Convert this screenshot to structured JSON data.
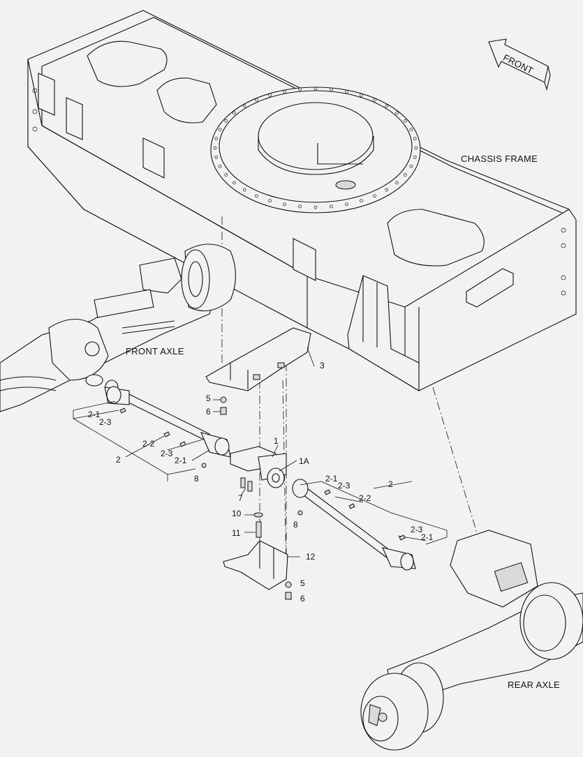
{
  "labels": {
    "front_arrow": "FRONT",
    "chassis_frame": "CHASSIS FRAME",
    "front_axle": "FRONT AXLE",
    "rear_axle": "REAR AXLE"
  },
  "callouts": {
    "p1": "1",
    "p1a": "1A",
    "p2_left": "2",
    "p2_right": "2",
    "p2_1_a": "2-1",
    "p2_1_b": "2-1",
    "p2_1_c": "2-1",
    "p2_1_d": "2-1",
    "p2_2_a": "2-2",
    "p2_2_b": "2-2",
    "p2_3_a": "2-3",
    "p2_3_b": "2-3",
    "p2_3_c": "2-3",
    "p2_3_d": "2-3",
    "p3": "3",
    "p5_top": "5",
    "p5_bottom": "5",
    "p6_top": "6",
    "p6_bottom": "6",
    "p7": "7",
    "p8_left": "8",
    "p8_right": "8",
    "p10": "10",
    "p11": "11",
    "p12": "12"
  }
}
